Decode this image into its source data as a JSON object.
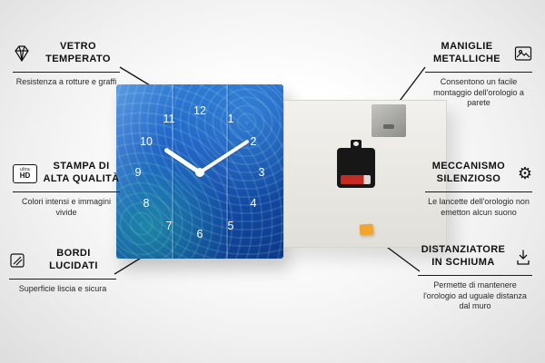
{
  "callouts": {
    "vetro_temperato": {
      "title": "VETRO TEMPERATO",
      "desc": "Resistenza a rotture e graffi"
    },
    "stampa_alta_qualita": {
      "title": "STAMPA DI ALTA QUALITÀ",
      "desc": "Colori intensi e immagini vivide",
      "badge_top": "ultra",
      "badge_bottom": "HD"
    },
    "bordi_lucidati": {
      "title": "BORDI LUCIDATI",
      "desc": "Superficie liscia e sicura"
    },
    "maniglie_metalliche": {
      "title": "MANIGLIE METALLICHE",
      "desc": "Consentono un facile montaggio dell'orologio a parete"
    },
    "meccanismo_silenzioso": {
      "title": "MECCANISMO SILENZIOSO",
      "desc": "Le lancette dell'orologio non emetton alcun suono",
      "icon_glyph": "⚙"
    },
    "distanziatore_schiuma": {
      "title": "DISTANZIATORE IN SCHIUMA",
      "desc": "Permette di mantenere l'orologio ad uguale distanza dal muro"
    }
  },
  "product": {
    "clock_numbers": [
      "12",
      "1",
      "2",
      "3",
      "4",
      "5",
      "6",
      "7",
      "8",
      "9",
      "10",
      "11"
    ],
    "colors": {
      "clock_blue": "#1d5ec2",
      "accent_teal": "#2edca0",
      "foam_orange": "#f3a62d",
      "hands_white": "#ffffff"
    }
  }
}
